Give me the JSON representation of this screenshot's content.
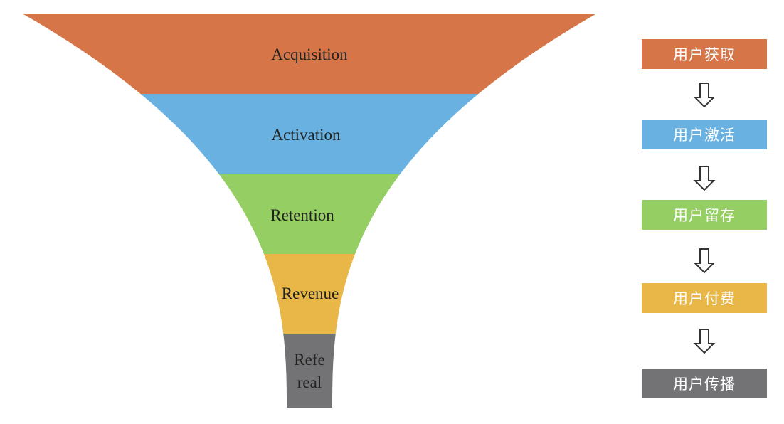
{
  "funnel": {
    "stages": [
      {
        "label": "Acquisition",
        "color": "#D57548"
      },
      {
        "label": "Activation",
        "color": "#68B1E0"
      },
      {
        "label": "Retention",
        "color": "#95CE63"
      },
      {
        "label": "Revenue",
        "color": "#E8B747"
      },
      {
        "label_line1": "Refe",
        "label_line2": "real",
        "color": "#737375"
      }
    ]
  },
  "steps": [
    {
      "label": "用户获取",
      "color": "#D57548"
    },
    {
      "label": "用户激活",
      "color": "#68B1E0"
    },
    {
      "label": "用户留存",
      "color": "#95CE63"
    },
    {
      "label": "用户付费",
      "color": "#E8B747"
    },
    {
      "label": "用户传播",
      "color": "#737375"
    }
  ],
  "arrow_icon": "down-arrow-outline-icon"
}
